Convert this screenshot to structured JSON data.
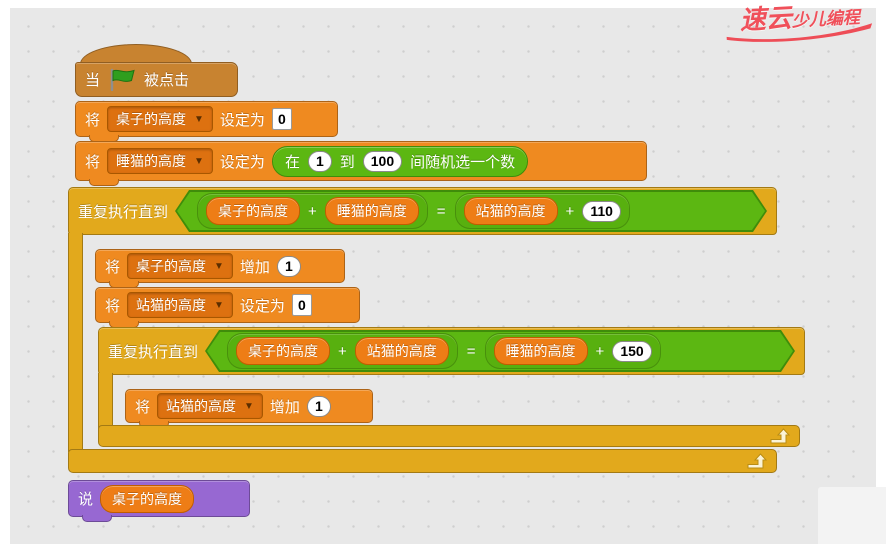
{
  "watermark": {
    "part1": "速云",
    "part2": "少儿编程",
    "color": "#f0505a"
  },
  "icons": {
    "dropdown_arrow": "▼",
    "green_flag": "green-flag",
    "loop_arrow": "loop-arrow"
  },
  "colors": {
    "canvas_bg": "#e8e8e8",
    "data_orange": "#ef8a20",
    "control_gold": "#e2a91c",
    "events_tan": "#c88330",
    "operators_green": "#5cb712",
    "looks_purple": "#9768d2"
  },
  "script": {
    "hat": {
      "prefix": "当",
      "suffix": "被点击"
    },
    "set_table": {
      "verb": "将",
      "variable": "桌子的高度",
      "action": "设定为",
      "value": "0"
    },
    "set_sleepcat": {
      "verb": "将",
      "variable": "睡猫的高度",
      "action": "设定为",
      "random": {
        "t1": "在",
        "v1": "1",
        "t2": "到",
        "v2": "100",
        "t3": "间随机选一个数"
      }
    },
    "repeat_outer": {
      "label": "重复执行直到",
      "condition": {
        "left": {
          "a": "桌子的高度",
          "op": "+",
          "b": "睡猫的高度"
        },
        "eq": "=",
        "right": {
          "a": "站猫的高度",
          "op": "+",
          "b": "110"
        }
      }
    },
    "change_table": {
      "verb": "将",
      "variable": "桌子的高度",
      "action": "增加",
      "value": "1"
    },
    "set_standcat": {
      "verb": "将",
      "variable": "站猫的高度",
      "action": "设定为",
      "value": "0"
    },
    "repeat_inner": {
      "label": "重复执行直到",
      "condition": {
        "left": {
          "a": "桌子的高度",
          "op": "+",
          "b": "站猫的高度"
        },
        "eq": "=",
        "right": {
          "a": "睡猫的高度",
          "op": "+",
          "b": "150"
        }
      }
    },
    "change_standcat": {
      "verb": "将",
      "variable": "站猫的高度",
      "action": "增加",
      "value": "1"
    },
    "say": {
      "verb": "说",
      "variable": "桌子的高度"
    }
  }
}
